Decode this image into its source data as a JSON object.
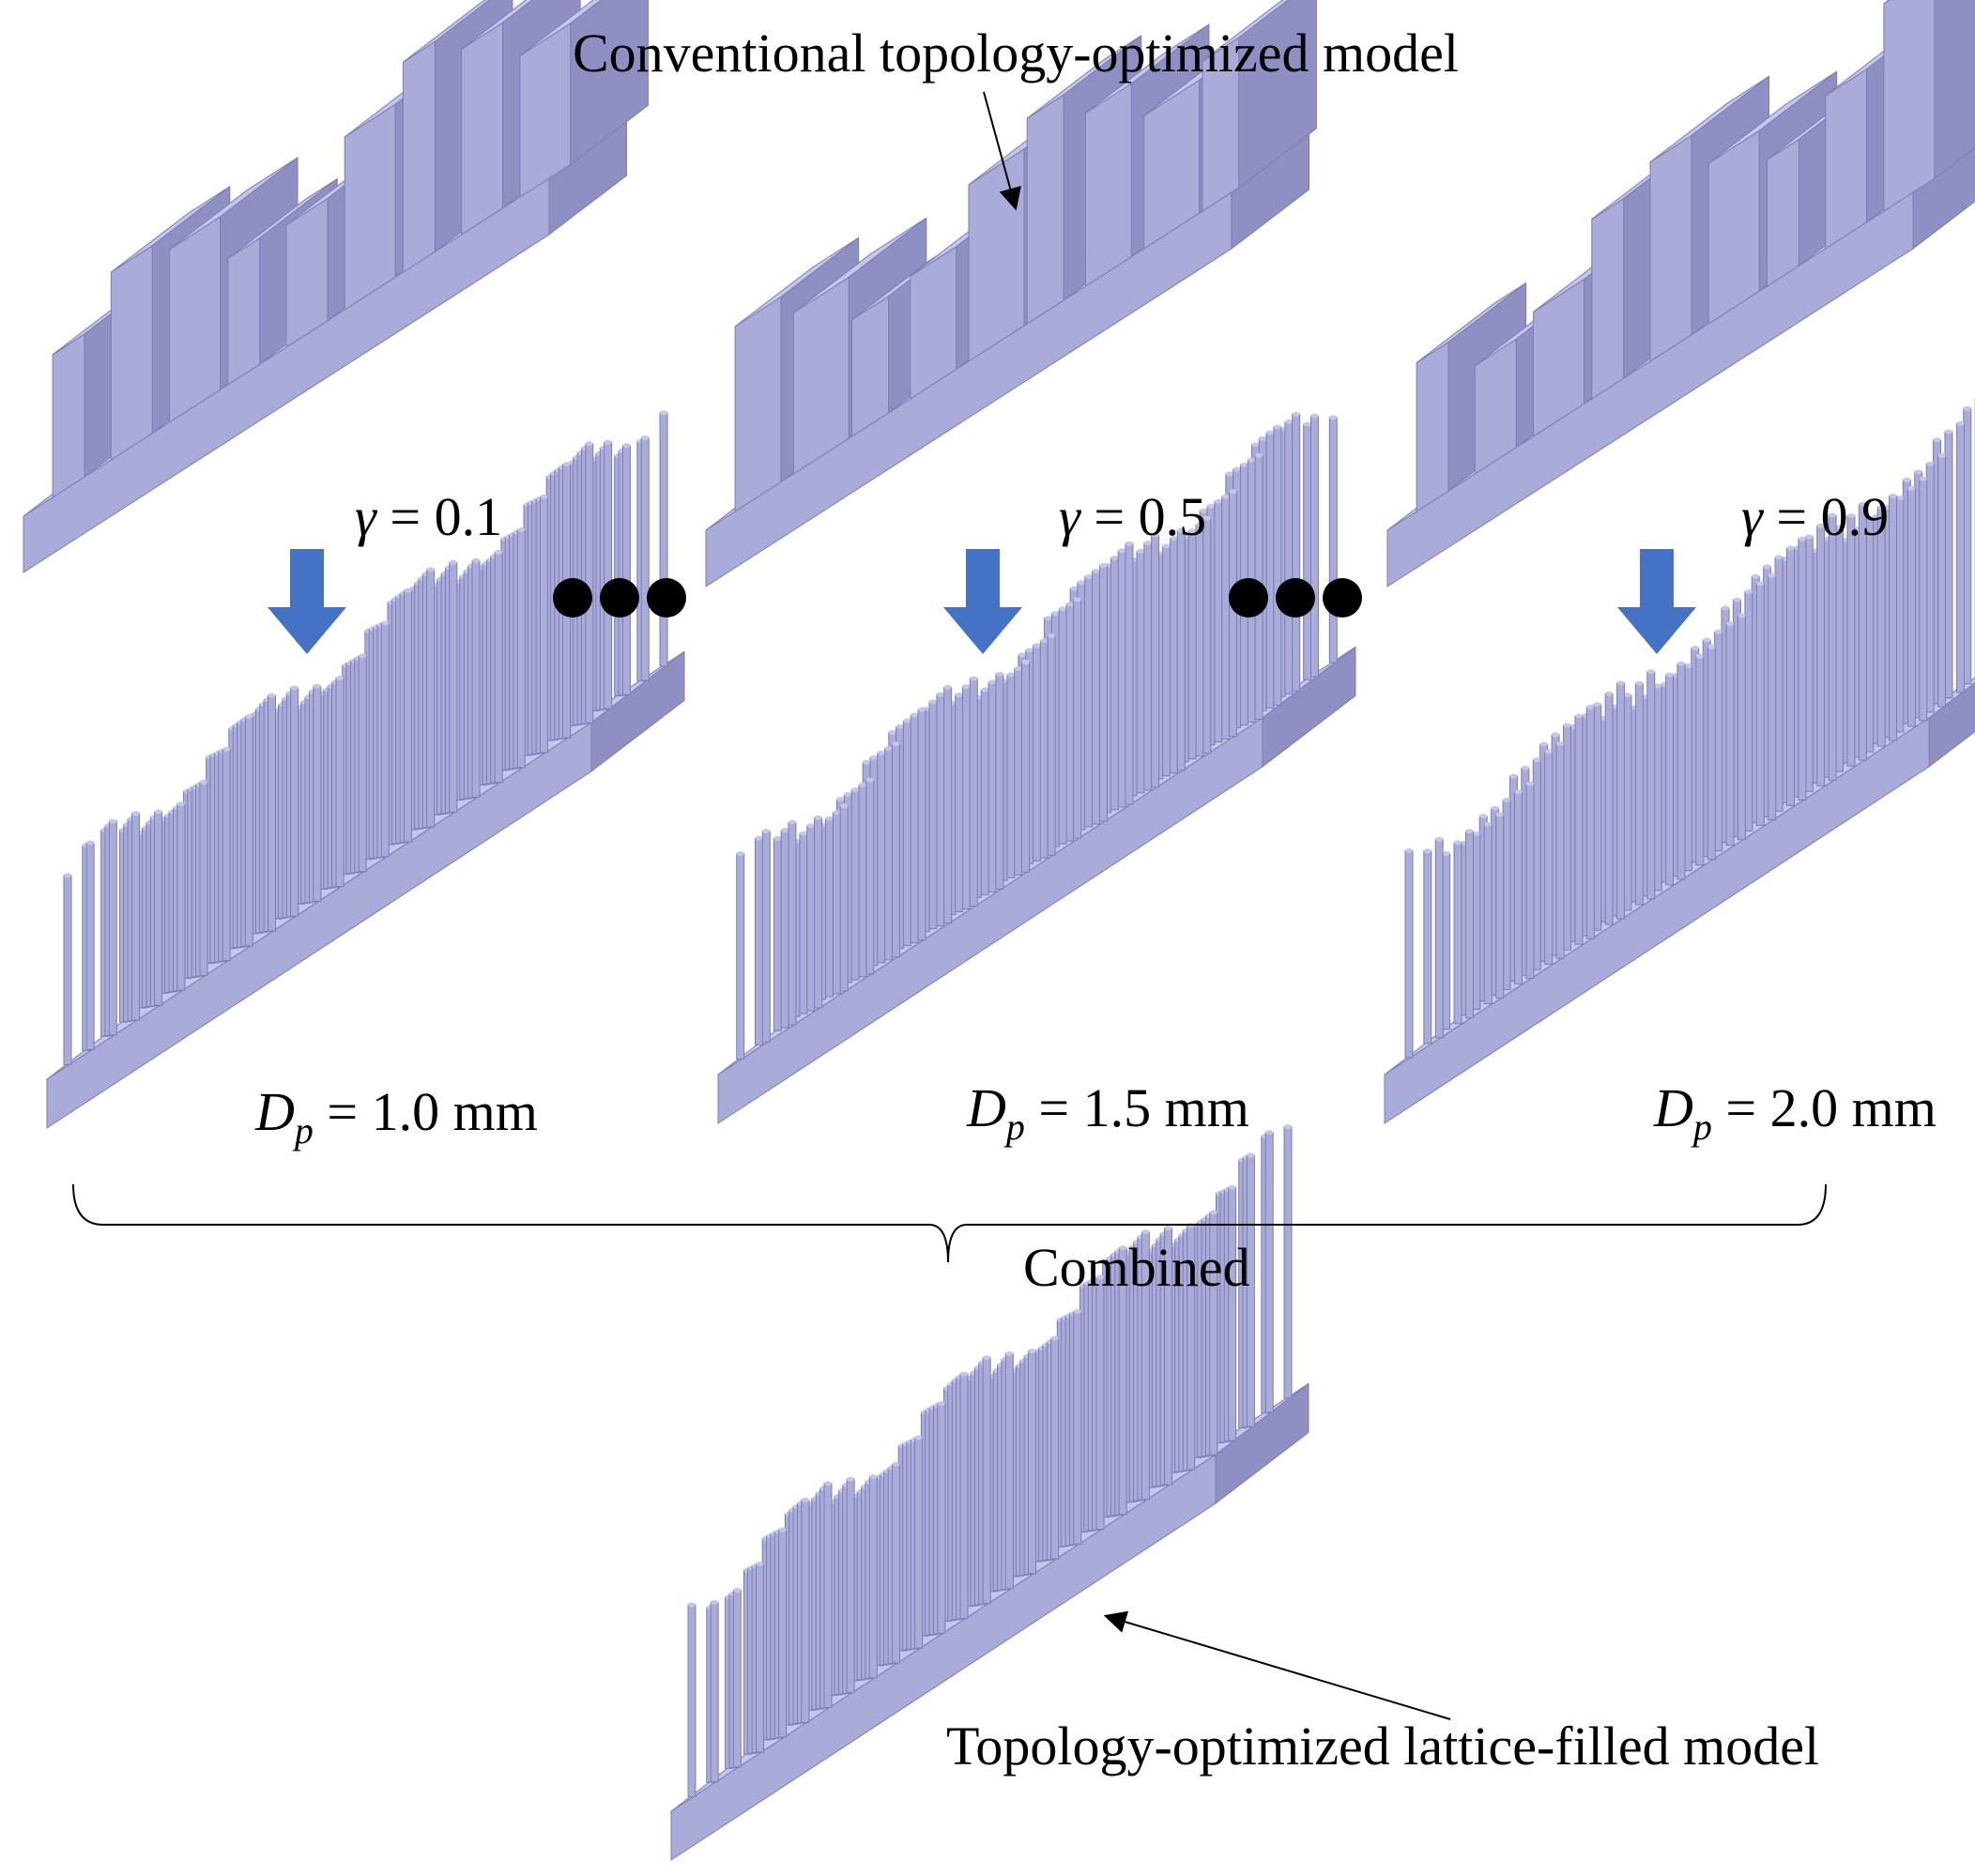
{
  "labels": {
    "conventional_model": "Conventional topology-optimized model",
    "lattice_model": "Topology-optimized lattice-filled model",
    "combined": "Combined"
  },
  "cases": [
    {
      "gamma_symbol": "γ",
      "gamma_value": "= 0.1",
      "dp_symbol": "D",
      "dp_sub": "p",
      "dp_value": "= 1.0 mm"
    },
    {
      "gamma_symbol": "γ",
      "gamma_value": "= 0.5",
      "dp_symbol": "D",
      "dp_sub": "p",
      "dp_value": "= 1.5 mm"
    },
    {
      "gamma_symbol": "γ",
      "gamma_value": "= 0.9",
      "dp_symbol": "D",
      "dp_sub": "p",
      "dp_value": "= 2.0 mm"
    }
  ],
  "colors": {
    "model_top": "#c4c6ea",
    "model_front": "#a9abd8",
    "model_side": "#8e90c4",
    "model_edge": "#7b7db4",
    "arrow": "#4472c4",
    "ellipsis": "#000000",
    "line": "#000000"
  }
}
